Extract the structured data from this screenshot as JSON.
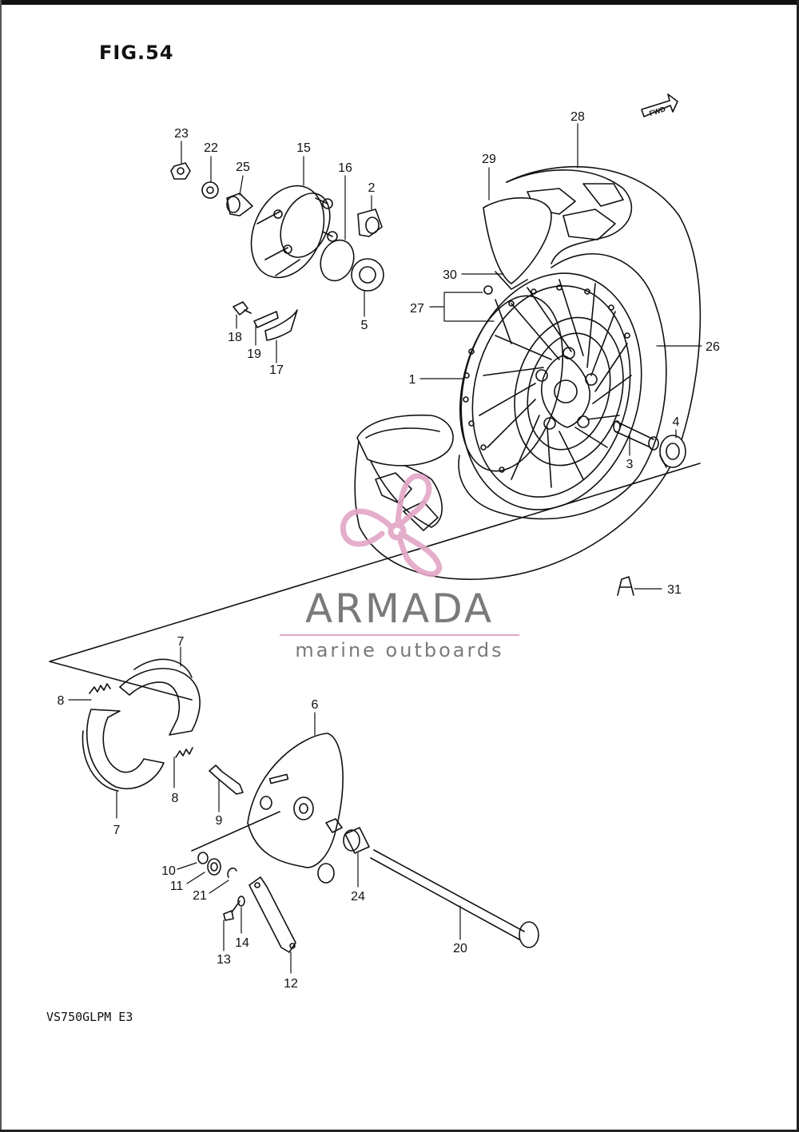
{
  "figure": {
    "title": "FIG.54",
    "model_code": "VS750GLPM E3"
  },
  "direction_tag": "FWD",
  "watermark": {
    "brand": "ARMADA",
    "tagline": "marine outboards",
    "accent_color": "#e3a6c6",
    "text_color": "#7a7a7a"
  },
  "callouts": {
    "c1": "1",
    "c2": "2",
    "c3": "3",
    "c4": "4",
    "c5": "5",
    "c6": "6",
    "c7a": "7",
    "c7b": "7",
    "c8a": "8",
    "c8b": "8",
    "c9": "9",
    "c10": "10",
    "c11": "11",
    "c12": "12",
    "c13": "13",
    "c14": "14",
    "c15": "15",
    "c16": "16",
    "c17": "17",
    "c18": "18",
    "c19": "19",
    "c20": "20",
    "c21": "21",
    "c22": "22",
    "c23": "23",
    "c24": "24",
    "c25": "25",
    "c26": "26",
    "c27": "27",
    "c28": "28",
    "c29": "29",
    "c30": "30",
    "c31": "31"
  }
}
